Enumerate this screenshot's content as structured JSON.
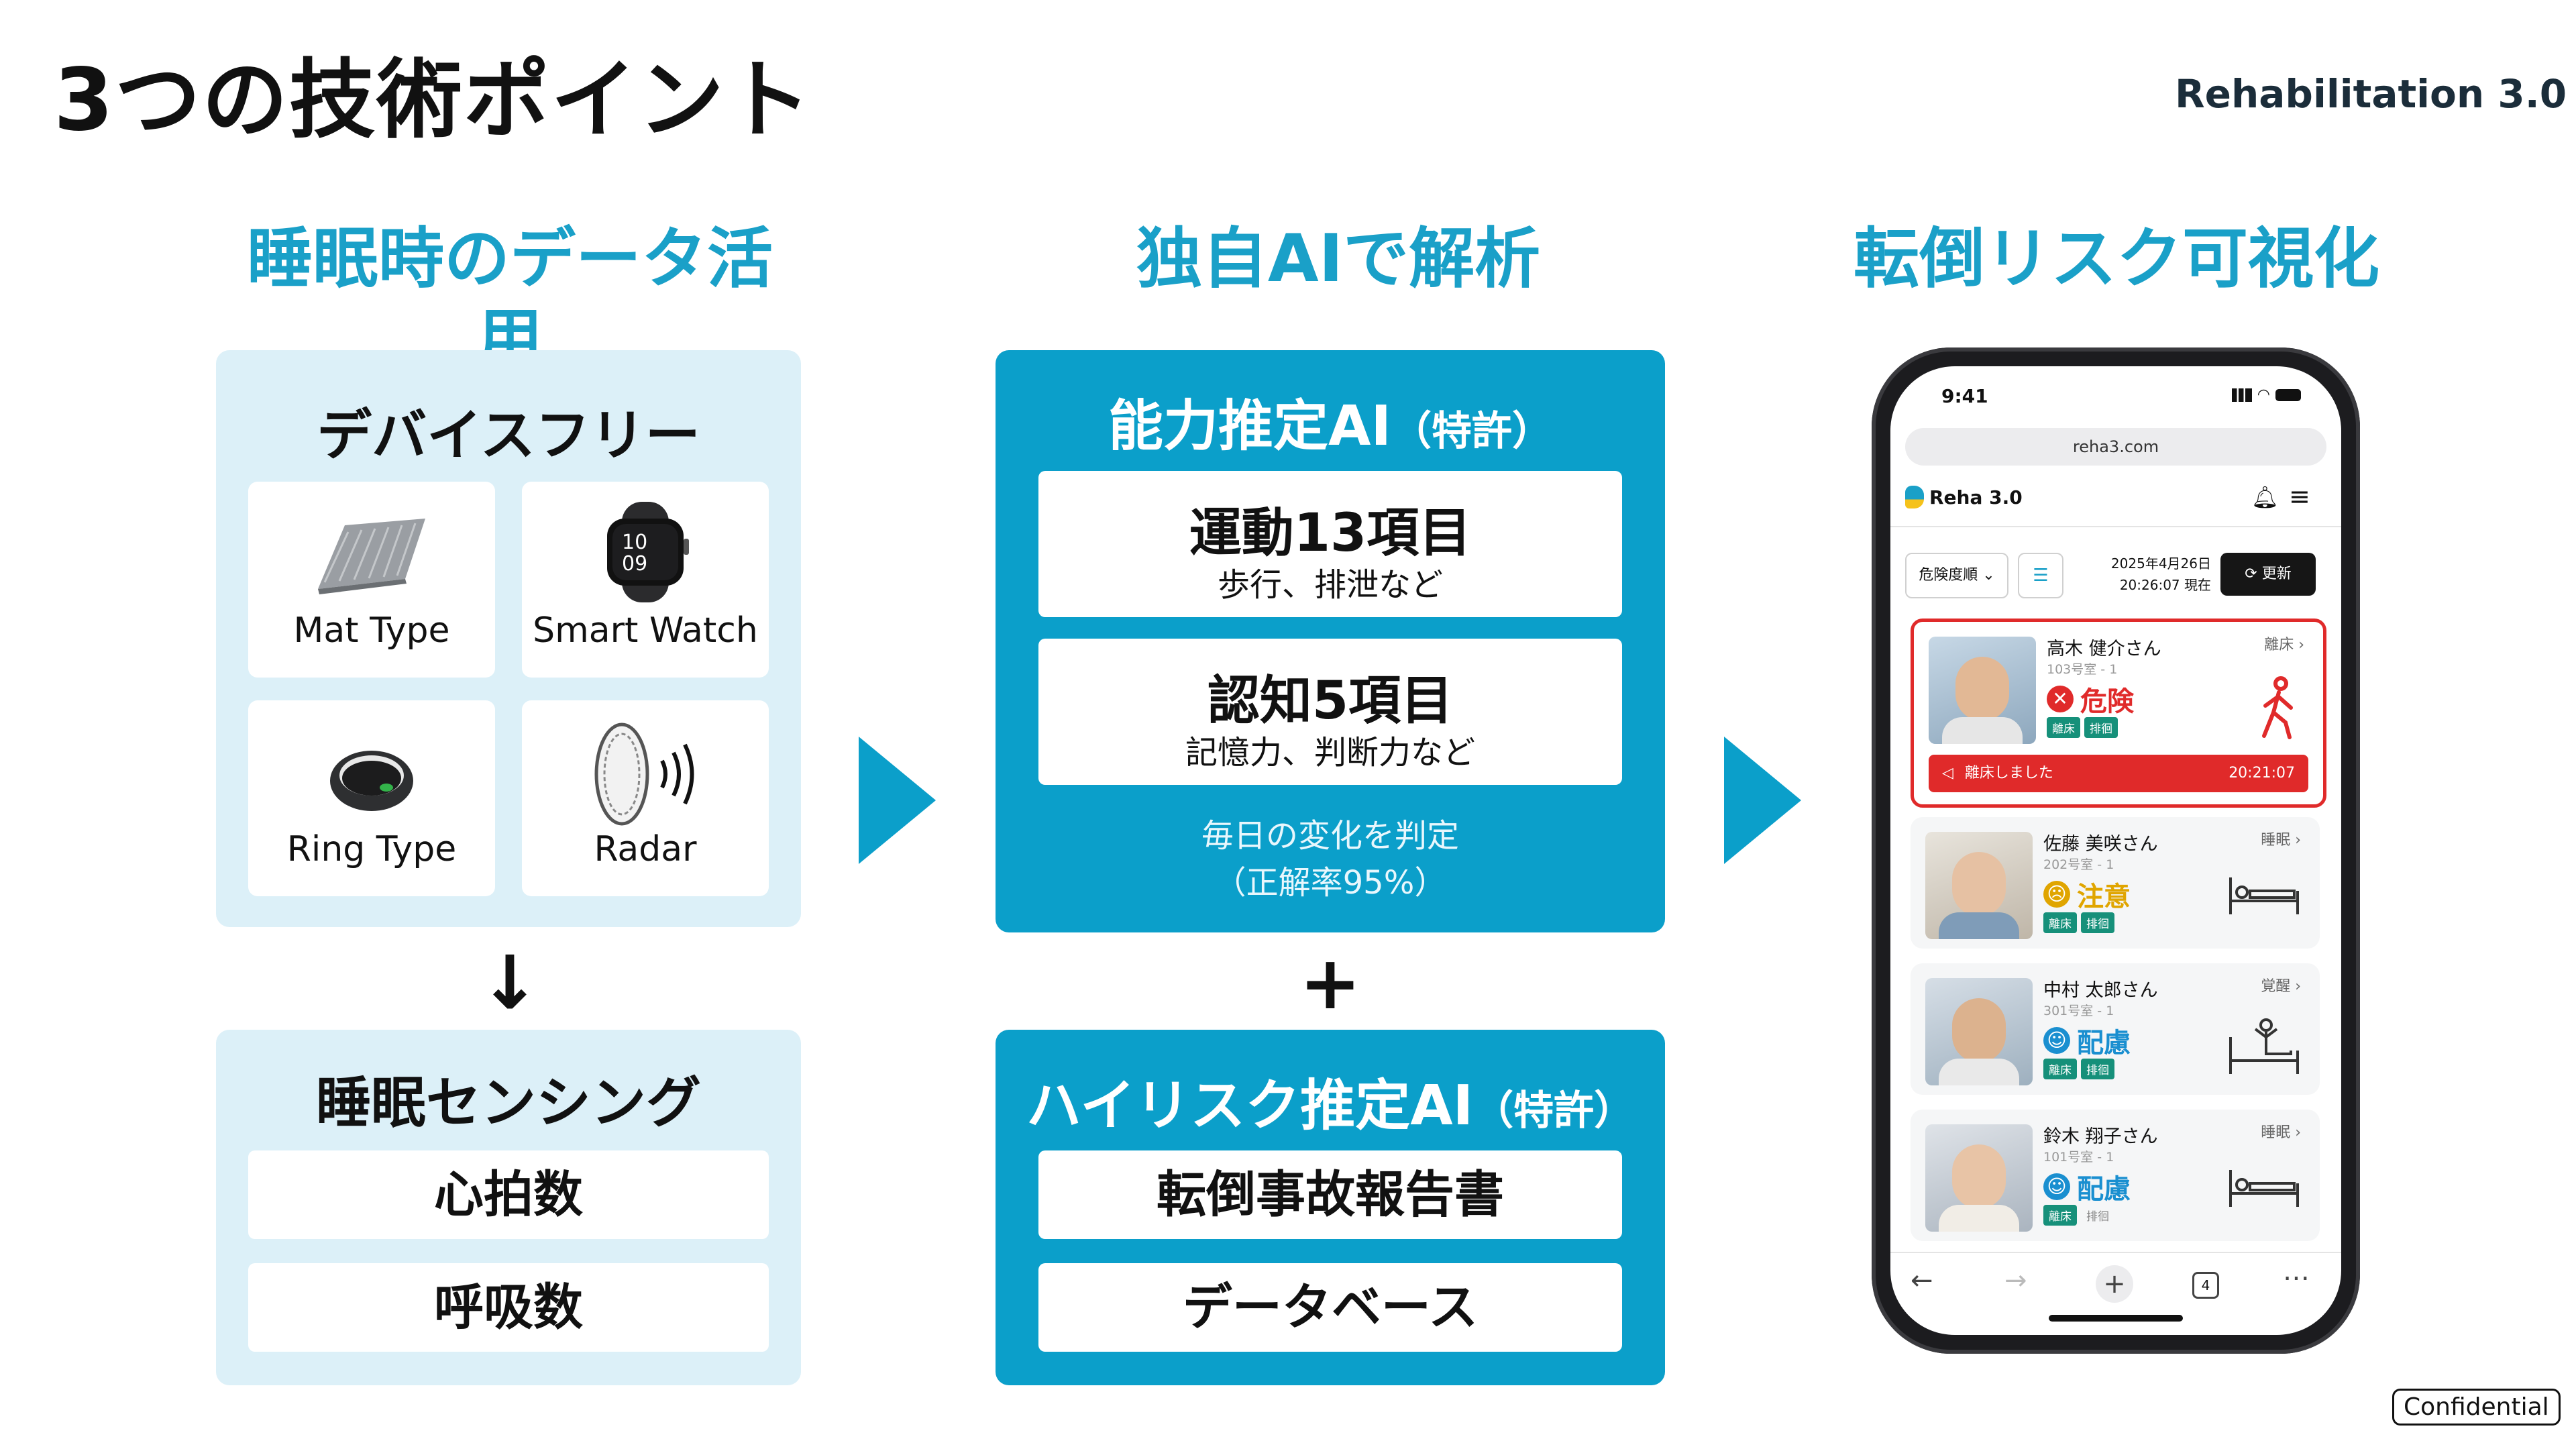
{
  "slide": {
    "title": "3つの技術ポイント",
    "confidential": "Confidential"
  },
  "logo": {
    "text": "Rehabilitation 3.0"
  },
  "columns": {
    "sleep": {
      "heading": "睡眠時のデータ活用",
      "devices": {
        "title": "デバイスフリー",
        "items": [
          {
            "label": "Mat Type",
            "icon": "mat-icon"
          },
          {
            "label": "Smart Watch",
            "icon": "watch-icon"
          },
          {
            "label": "Ring Type",
            "icon": "ring-icon"
          },
          {
            "label": "Radar",
            "icon": "radar-icon"
          }
        ]
      },
      "down_arrow": "↓",
      "sensing": {
        "title": "睡眠センシング",
        "items": [
          "心拍数",
          "呼吸数"
        ]
      }
    },
    "ai": {
      "heading": "独自AIで解析",
      "ability": {
        "title": "能力推定AI",
        "patent": "（特許）",
        "items": [
          {
            "main": "運動13項目",
            "sub": "歩行、排泄など"
          },
          {
            "main": "認知5項目",
            "sub": "記憶力、判断力など"
          }
        ],
        "note1": "毎日の変化を判定",
        "note2": "（正解率95%）"
      },
      "plus": "+",
      "highrisk": {
        "title": "ハイリスク推定AI",
        "patent": "（特許）",
        "items": [
          "転倒事故報告書",
          "データベース"
        ]
      }
    },
    "visual": {
      "heading": "転倒リスク可視化"
    }
  },
  "phone": {
    "time": "9:41",
    "url": "reha3.com",
    "app_name": "Reha 3.0",
    "sort_label": "危険度順",
    "date": "2025年4月26日",
    "time_now": "20:26:07 現在",
    "refresh_label": "更新",
    "patients": [
      {
        "name": "高木 健介さん",
        "room": "103号室 - 1",
        "state": "離床",
        "status": "危険",
        "status_color": "#e02a2a",
        "tags": [
          "離床",
          "排徊"
        ],
        "alert": "離床しました",
        "alert_time": "20:21:07"
      },
      {
        "name": "佐藤 美咲さん",
        "room": "202号室 - 1",
        "state": "睡眠",
        "status": "注意",
        "status_color": "#e0a500",
        "tags": [
          "離床",
          "排徊"
        ]
      },
      {
        "name": "中村 太郎さん",
        "room": "301号室 - 1",
        "state": "覚醒",
        "status": "配慮",
        "status_color": "#1a8fd0",
        "tags": [
          "離床",
          "排徊"
        ]
      },
      {
        "name": "鈴木 翔子さん",
        "room": "101号室 - 1",
        "state": "睡眠",
        "status": "配慮",
        "status_color": "#1a8fd0",
        "tags": [
          "離床",
          "排徊"
        ]
      }
    ],
    "tab_count": "4"
  }
}
